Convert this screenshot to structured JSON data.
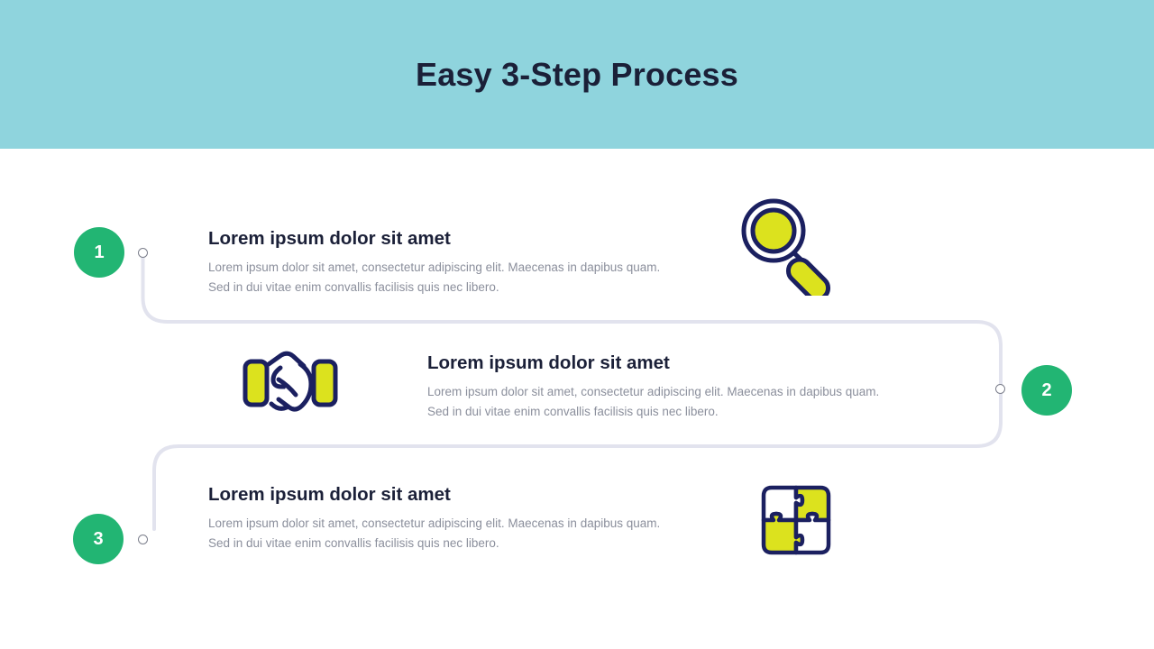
{
  "header": {
    "title": "Easy 3-Step Process",
    "background_color": "#8fd4dd",
    "title_color": "#1b2038"
  },
  "theme": {
    "badge_green": "#22b573",
    "icon_yellow": "#dce21e",
    "icon_outline": "#1b2060",
    "connector_color": "#e2e3ee",
    "body_text_color": "#8b8f9c",
    "heading_color": "#1b2038"
  },
  "steps": [
    {
      "number": "1",
      "heading": "Lorem ipsum dolor sit amet",
      "body_line1": "Lorem ipsum dolor sit amet, consectetur adipiscing elit. Maecenas in dapibus quam.",
      "body_line2": "Sed in dui vitae enim convallis facilisis quis nec libero.",
      "icon": "magnifier-icon"
    },
    {
      "number": "2",
      "heading": "Lorem ipsum dolor sit amet",
      "body_line1": "Lorem ipsum dolor sit amet, consectetur adipiscing elit. Maecenas in dapibus quam.",
      "body_line2": "Sed in dui vitae enim convallis facilisis quis nec libero.",
      "icon": "handshake-icon"
    },
    {
      "number": "3",
      "heading": "Lorem ipsum dolor sit amet",
      "body_line1": "Lorem ipsum dolor sit amet, consectetur adipiscing elit. Maecenas in dapibus quam.",
      "body_line2": "Sed in dui vitae enim convallis facilisis quis nec libero.",
      "icon": "puzzle-icon"
    }
  ]
}
